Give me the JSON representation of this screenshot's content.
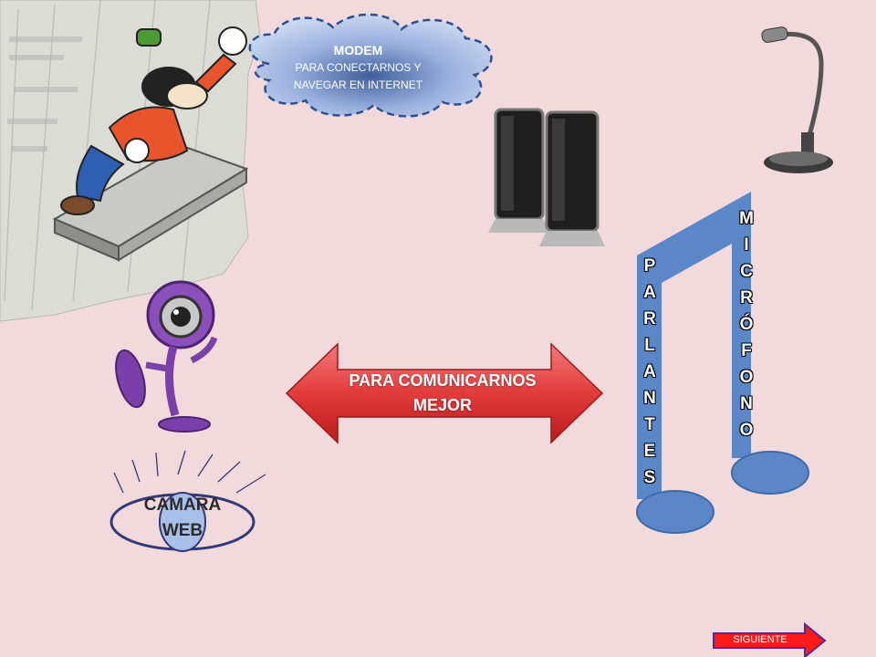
{
  "cloud": {
    "title": "MODEM",
    "description_line1": "PARA CONECTARNOS Y",
    "description_line2": "NAVEGAR EN INTERNET"
  },
  "center_arrow": {
    "line1": "PARA COMUNICARNOS",
    "line2": "MEJOR"
  },
  "parlantes": {
    "letters": [
      "P",
      "A",
      "R",
      "L",
      "A",
      "N",
      "T",
      "E",
      "S"
    ]
  },
  "microfono": {
    "letters": [
      "M",
      "I",
      "C",
      "R",
      "Ó",
      "F",
      "O",
      "N",
      "O"
    ]
  },
  "camara": {
    "line1": "CÁMARA",
    "line2": "WEB"
  },
  "nav": {
    "next_label": "SIGUIENTE"
  },
  "colors": {
    "background": "#f1d9dc",
    "note_blue": "#5b87c9",
    "arrow_red": "#e23b3b",
    "next_red": "#ff1a1a"
  }
}
